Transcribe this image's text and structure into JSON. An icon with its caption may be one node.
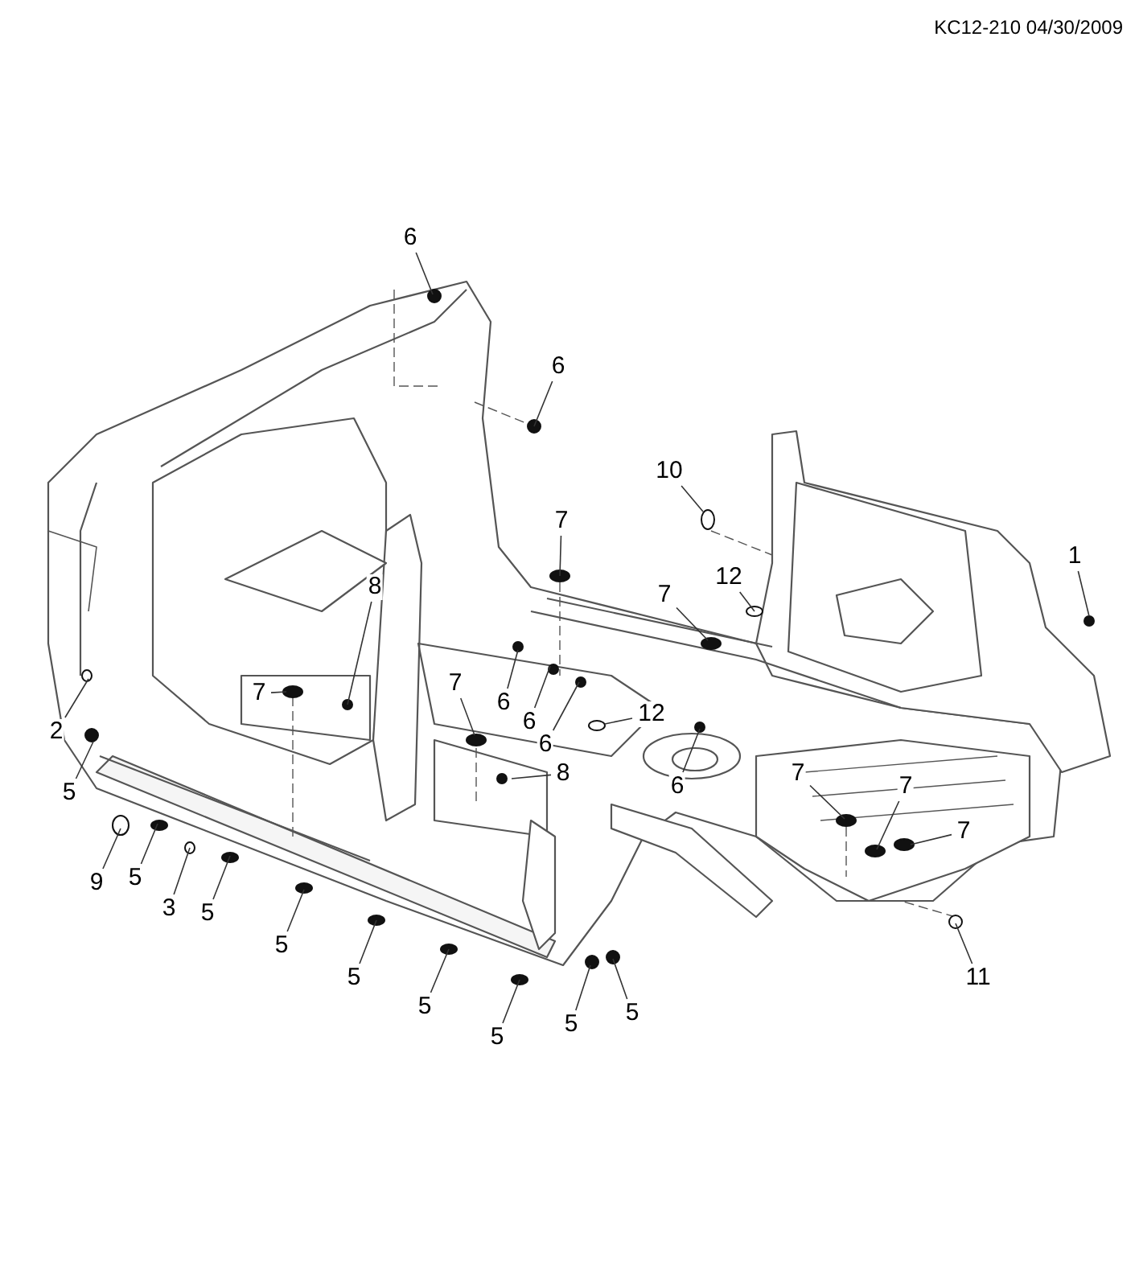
{
  "diagram": {
    "nodes": [
      {
        "text": [
          "1"
        ]
      },
      {
        "text": [
          "2"
        ]
      },
      {
        "text": [
          "3"
        ]
      },
      {
        "text": [
          "5"
        ]
      },
      {
        "text": [
          "5"
        ]
      },
      {
        "text": [
          "5"
        ]
      },
      {
        "text": [
          "5"
        ]
      },
      {
        "text": [
          "5"
        ]
      },
      {
        "text": [
          "5"
        ]
      },
      {
        "text": [
          "5"
        ]
      },
      {
        "text": [
          "5"
        ]
      },
      {
        "text": [
          "5"
        ]
      },
      {
        "text": [
          "6"
        ]
      },
      {
        "text": [
          "6"
        ]
      },
      {
        "text": [
          "6"
        ]
      },
      {
        "text": [
          "6"
        ]
      },
      {
        "text": [
          "6"
        ]
      },
      {
        "text": [
          "6"
        ]
      },
      {
        "text": [
          "7"
        ]
      },
      {
        "text": [
          "7"
        ]
      },
      {
        "text": [
          "7"
        ]
      },
      {
        "text": [
          "7"
        ]
      },
      {
        "text": [
          "7"
        ]
      },
      {
        "text": [
          "7"
        ]
      },
      {
        "text": [
          "7"
        ]
      },
      {
        "text": [
          "8"
        ]
      },
      {
        "text": [
          "8"
        ]
      },
      {
        "text": [
          "9"
        ]
      },
      {
        "text": [
          "10"
        ]
      },
      {
        "text": [
          "11"
        ]
      },
      {
        "text": [
          "12"
        ]
      },
      {
        "text": [
          "12"
        ]
      }
    ],
    "edges": [
      {
        "from": 0,
        "to": null,
        "arrow": "none"
      },
      {
        "from": 1,
        "to": null,
        "arrow": "none"
      },
      {
        "from": 2,
        "to": null,
        "arrow": "none"
      },
      {
        "from": 3,
        "to": null,
        "arrow": "none"
      },
      {
        "from": 4,
        "to": null,
        "arrow": "none"
      },
      {
        "from": 5,
        "to": null,
        "arrow": "none"
      },
      {
        "from": 6,
        "to": null,
        "arrow": "none"
      },
      {
        "from": 7,
        "to": null,
        "arrow": "none"
      },
      {
        "from": 8,
        "to": null,
        "arrow": "none"
      },
      {
        "from": 9,
        "to": null,
        "arrow": "none"
      },
      {
        "from": 10,
        "to": null,
        "arrow": "none"
      },
      {
        "from": 11,
        "to": null,
        "arrow": "none"
      },
      {
        "from": 12,
        "to": null,
        "arrow": "none"
      },
      {
        "from": 13,
        "to": null,
        "arrow": "none"
      },
      {
        "from": 14,
        "to": null,
        "arrow": "none"
      },
      {
        "from": 15,
        "to": null,
        "arrow": "none"
      },
      {
        "from": 16,
        "to": null,
        "arrow": "none"
      },
      {
        "from": 17,
        "to": null,
        "arrow": "none"
      },
      {
        "from": 18,
        "to": null,
        "arrow": "none"
      },
      {
        "from": 19,
        "to": null,
        "arrow": "none"
      },
      {
        "from": 20,
        "to": null,
        "arrow": "none"
      },
      {
        "from": 21,
        "to": null,
        "arrow": "none"
      },
      {
        "from": 22,
        "to": null,
        "arrow": "none"
      },
      {
        "from": 23,
        "to": null,
        "arrow": "none"
      },
      {
        "from": 24,
        "to": null,
        "arrow": "none"
      },
      {
        "from": 25,
        "to": null,
        "arrow": "none"
      },
      {
        "from": 26,
        "to": null,
        "arrow": "none"
      },
      {
        "from": 27,
        "to": null,
        "arrow": "none"
      },
      {
        "from": 28,
        "to": null,
        "arrow": "none"
      },
      {
        "from": 29,
        "to": null,
        "arrow": "none"
      },
      {
        "from": 30,
        "to": null,
        "arrow": "none"
      },
      {
        "from": 31,
        "to": null,
        "arrow": "none"
      }
    ],
    "labels": [
      "KC12-210 04/30/2009"
    ]
  }
}
